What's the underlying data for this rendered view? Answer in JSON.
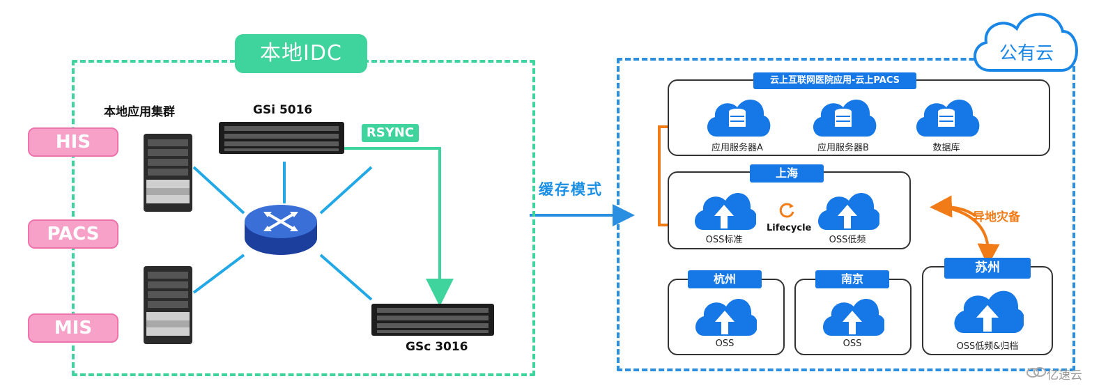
{
  "local_idc": {
    "title": "本地IDC",
    "cluster_label": "本地应用集群",
    "apps": [
      "HIS",
      "PACS",
      "MIS"
    ],
    "gsi_label": "GSi 5016",
    "gsc_label": "GSc 3016",
    "rsync_label": "RSYNC"
  },
  "cache_mode_label": "缓存模式",
  "public_cloud": {
    "title": "公有云",
    "app_panel": {
      "title": "云上互联网医院应用-云上PACS",
      "items": [
        "应用服务器A",
        "应用服务器B",
        "数据库"
      ]
    },
    "shanghai": {
      "title": "上海",
      "standard": "OSS标准",
      "low_freq": "OSS低频",
      "lifecycle": "Lifecycle"
    },
    "dr_label": "异地灾备",
    "regions": [
      {
        "title": "杭州",
        "caption": "OSS"
      },
      {
        "title": "南京",
        "caption": "OSS"
      },
      {
        "title": "苏州",
        "caption": "OSS低频&归档"
      }
    ]
  },
  "watermark": "亿速云",
  "colors": {
    "green": "#3fd39d",
    "blue": "#2a8fe0",
    "dark_blue": "#1677e6",
    "pink": "#f7a1c8",
    "orange": "#f07b17"
  }
}
